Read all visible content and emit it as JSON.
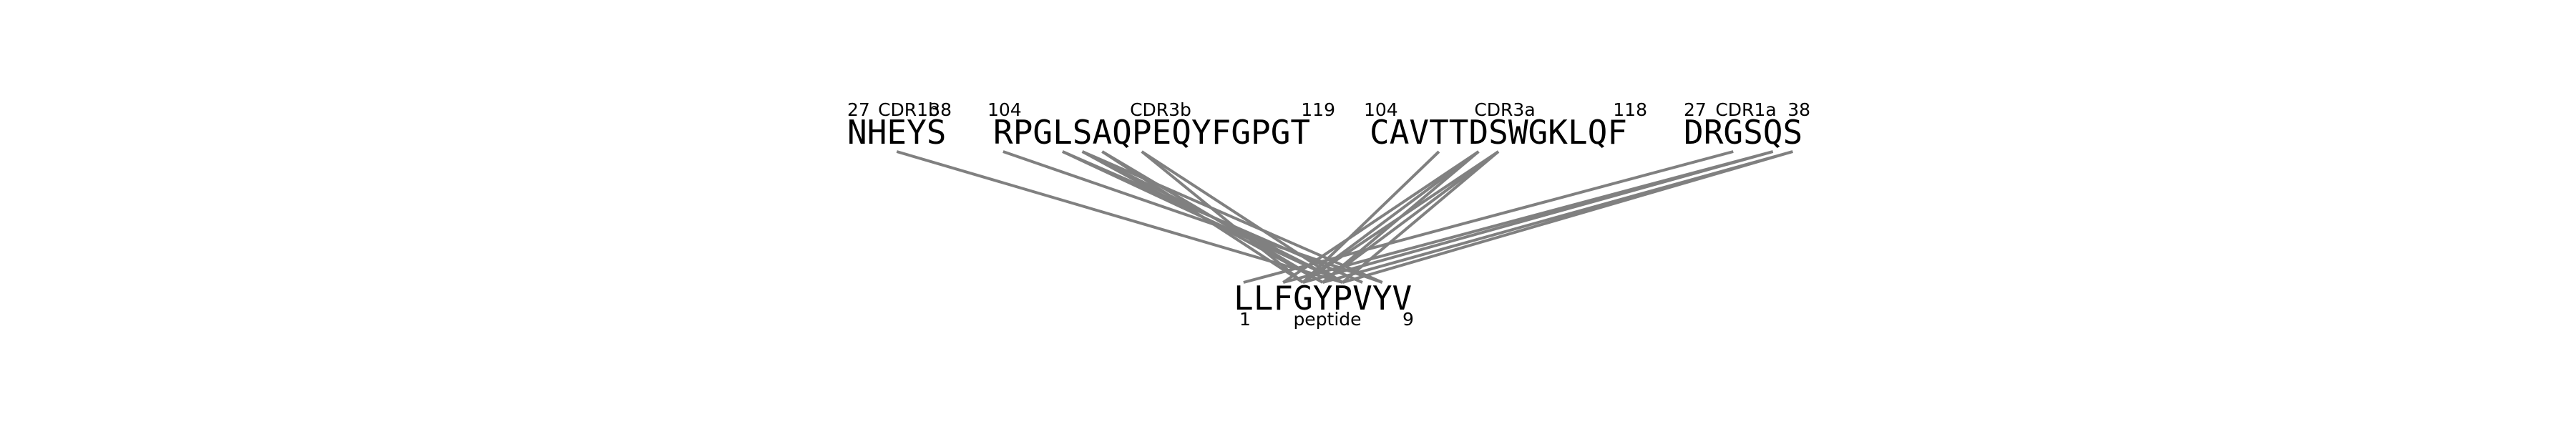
{
  "colors": {
    "background": "#ffffff",
    "text": "#000000",
    "contact_line": "#808080"
  },
  "segments": [
    {
      "id": "cdr1b",
      "name": "CDR1b",
      "sequence": "NHEYS",
      "start": "27",
      "end": "38"
    },
    {
      "id": "cdr3b",
      "name": "CDR3b",
      "sequence": "RPGLSAQPEQYFGPGT",
      "start": "104",
      "end": "119"
    },
    {
      "id": "cdr3a",
      "name": "CDR3a",
      "sequence": "CAVTTDSWGKLQF",
      "start": "104",
      "end": "118"
    },
    {
      "id": "cdr1a",
      "name": "CDR1a",
      "sequence": "DRGSQS",
      "start": "27",
      "end": "38"
    }
  ],
  "peptide": {
    "name": "peptide",
    "sequence": "LLFGYPVYV",
    "start": "1",
    "end": "9"
  },
  "contacts": [
    {
      "seg": "cdr1b",
      "res": 2,
      "pep": 5
    },
    {
      "seg": "cdr3b",
      "res": 0,
      "pep": 7
    },
    {
      "seg": "cdr3b",
      "res": 3,
      "pep": 5
    },
    {
      "seg": "cdr3b",
      "res": 3,
      "pep": 6
    },
    {
      "seg": "cdr3b",
      "res": 4,
      "pep": 4
    },
    {
      "seg": "cdr3b",
      "res": 4,
      "pep": 5
    },
    {
      "seg": "cdr3b",
      "res": 4,
      "pep": 7
    },
    {
      "seg": "cdr3b",
      "res": 5,
      "pep": 3
    },
    {
      "seg": "cdr3b",
      "res": 5,
      "pep": 4
    },
    {
      "seg": "cdr3b",
      "res": 7,
      "pep": 3
    },
    {
      "seg": "cdr3b",
      "res": 7,
      "pep": 5
    },
    {
      "seg": "cdr3a",
      "res": 3,
      "pep": 3
    },
    {
      "seg": "cdr3a",
      "res": 5,
      "pep": 2
    },
    {
      "seg": "cdr3a",
      "res": 5,
      "pep": 3
    },
    {
      "seg": "cdr3a",
      "res": 5,
      "pep": 4
    },
    {
      "seg": "cdr3a",
      "res": 6,
      "pep": 3
    },
    {
      "seg": "cdr3a",
      "res": 6,
      "pep": 4
    },
    {
      "seg": "cdr3a",
      "res": 6,
      "pep": 5
    },
    {
      "seg": "cdr1a",
      "res": 2,
      "pep": 0
    },
    {
      "seg": "cdr1a",
      "res": 4,
      "pep": 2
    },
    {
      "seg": "cdr1a",
      "res": 4,
      "pep": 3
    },
    {
      "seg": "cdr1a",
      "res": 5,
      "pep": 4
    },
    {
      "seg": "cdr1a",
      "res": 5,
      "pep": 5
    }
  ]
}
